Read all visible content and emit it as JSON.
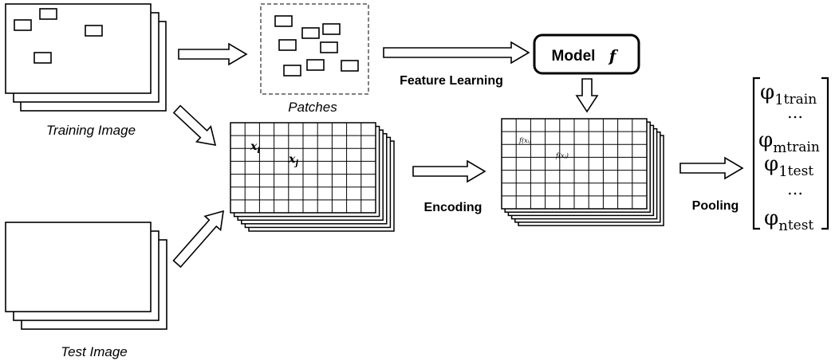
{
  "labels": {
    "training_image": "Training Image",
    "test_image": "Test Image",
    "patches": "Patches",
    "feature_learning": "Feature Learning",
    "model": "Model",
    "model_fn": "f",
    "encoding": "Encoding",
    "pooling": "Pooling"
  },
  "grid_labels": {
    "xi_base": "x",
    "xi_sub": "i",
    "xj_base": "x",
    "xj_sub": "j",
    "fxi": "f(xᵢ)",
    "fxj": "f(xⱼ)"
  },
  "vector": {
    "phi": "φ",
    "row1_sub": "1",
    "row1_subsub": "train",
    "dots1": "…",
    "row2_sub": "m",
    "row2_subsub": "train",
    "row3_sub": "1",
    "row3_subsub": "test",
    "dots2": "…",
    "row4_sub": "n",
    "row4_subsub": "test"
  }
}
